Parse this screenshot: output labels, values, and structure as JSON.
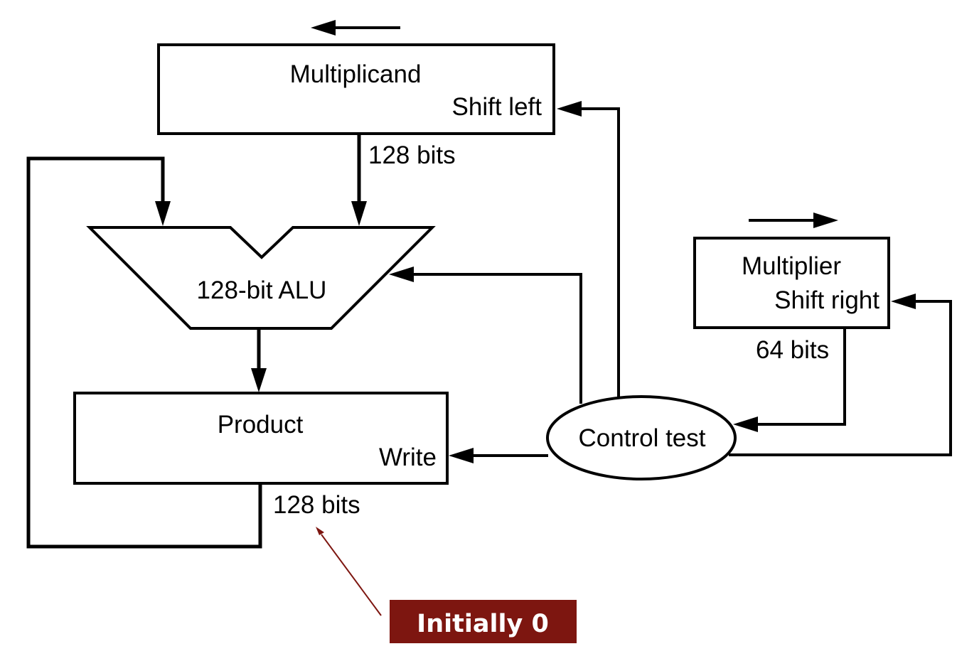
{
  "multiplicand": {
    "name": "Multiplicand",
    "control": "Shift left"
  },
  "alu": {
    "name": "128-bit ALU"
  },
  "product": {
    "name": "Product",
    "control": "Write"
  },
  "multiplier": {
    "name": "Multiplier",
    "control": "Shift right"
  },
  "control": {
    "name": "Control test"
  },
  "widths": {
    "multiplicand_out": "128 bits",
    "product_out": "128 bits",
    "multiplier_out": "64 bits"
  },
  "annotation": {
    "text": "Initially 0",
    "color": "#7d1610"
  }
}
